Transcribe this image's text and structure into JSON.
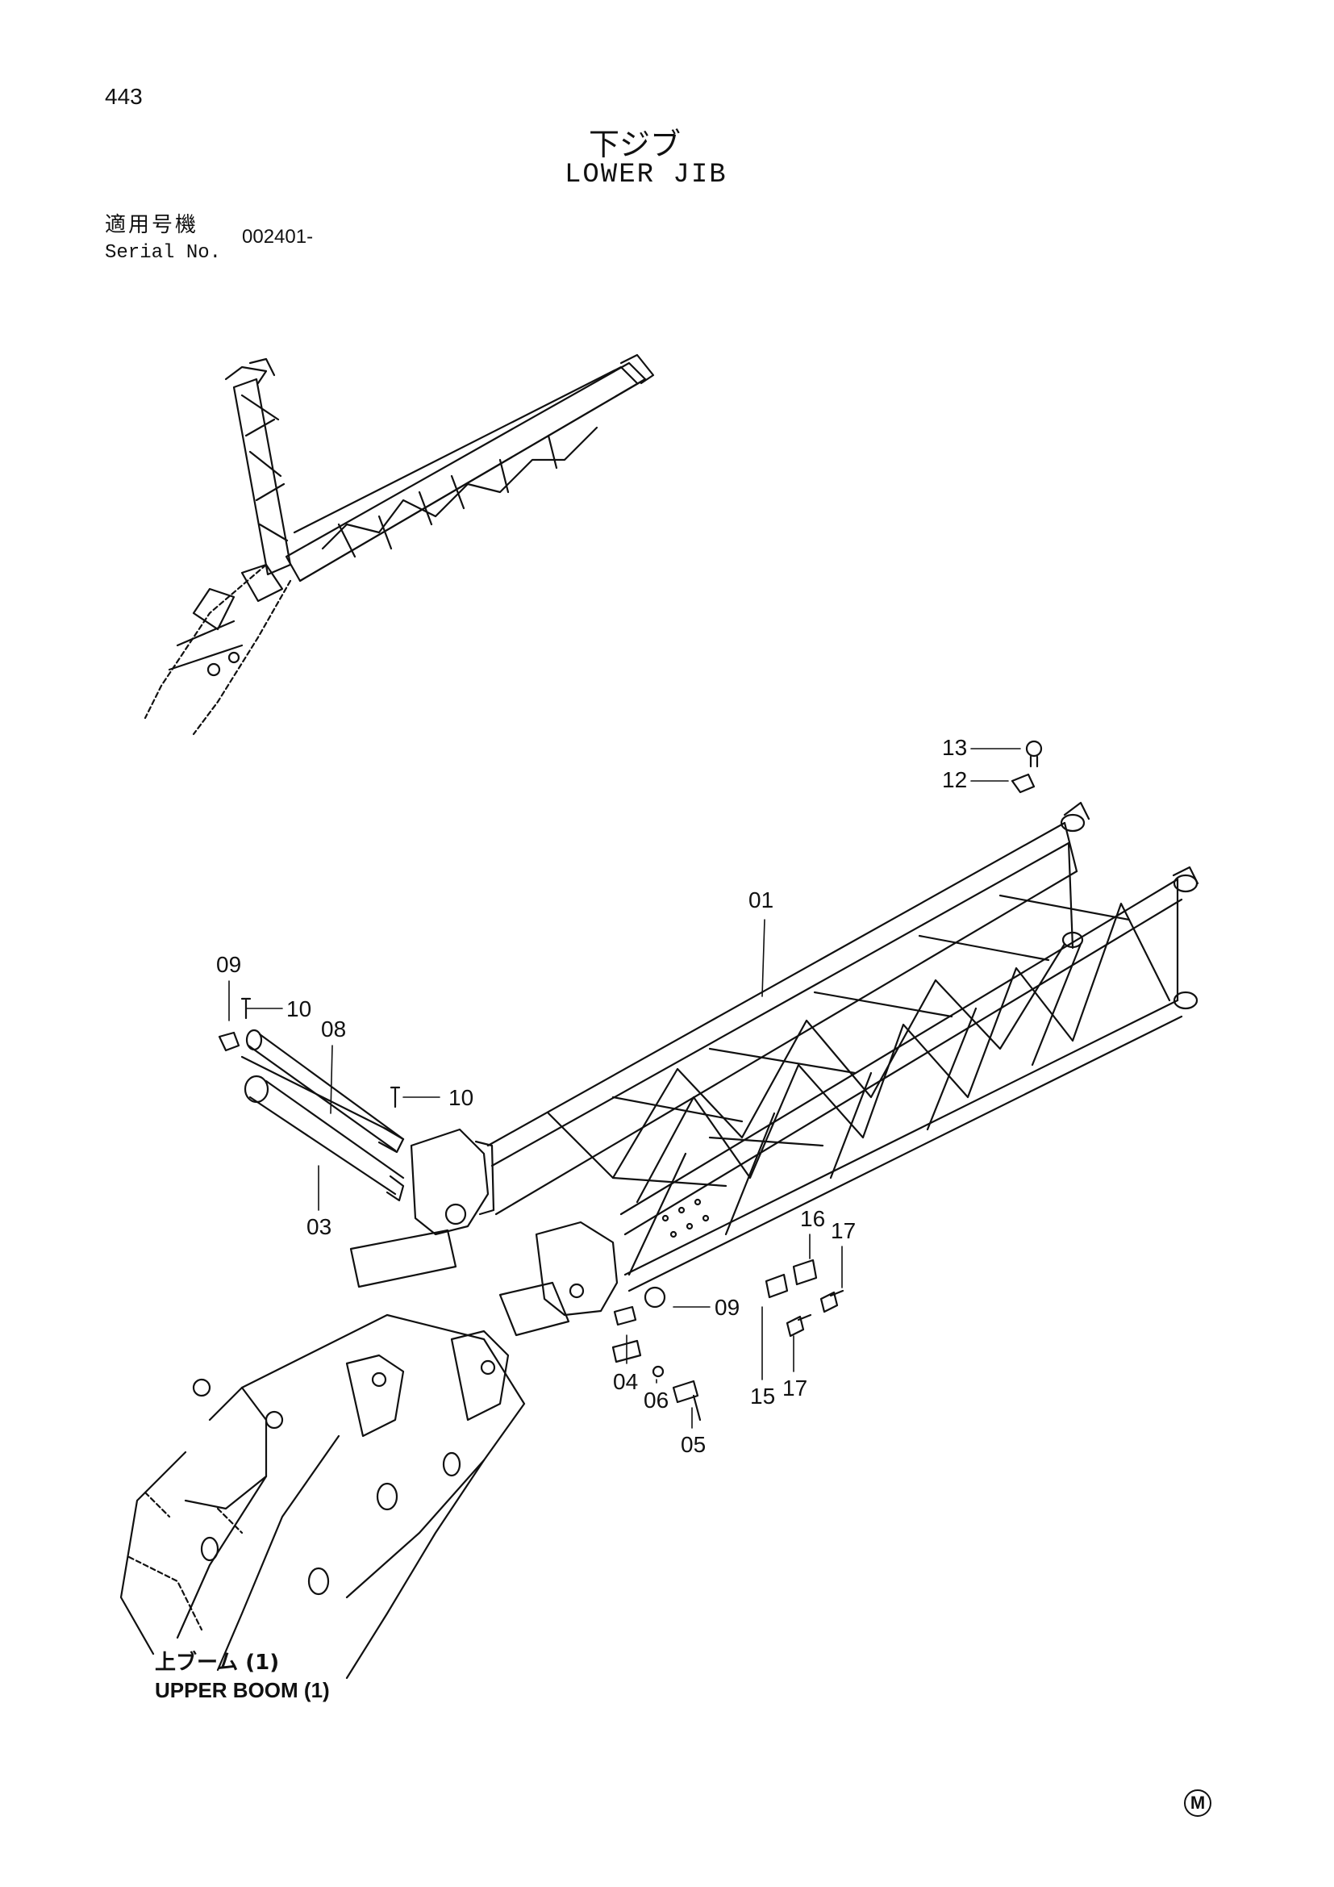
{
  "header": {
    "page_number": "443",
    "title_jp": "下ジブ",
    "title_en": "LOWER JIB",
    "serial_label_jp": "適用号機",
    "serial_label_en": "Serial No.",
    "serial_value": "002401-"
  },
  "callouts": {
    "c01": "01",
    "c03": "03",
    "c04": "04",
    "c05": "05",
    "c06": "06",
    "c08": "08",
    "c09a": "09",
    "c09b": "09",
    "c10a": "10",
    "c10b": "10",
    "c12": "12",
    "c13": "13",
    "c15": "15",
    "c16": "16",
    "c17a": "17",
    "c17b": "17"
  },
  "caption": {
    "jp": "上ブーム (1)",
    "en": "UPPER BOOM (1)"
  },
  "mark": "M"
}
